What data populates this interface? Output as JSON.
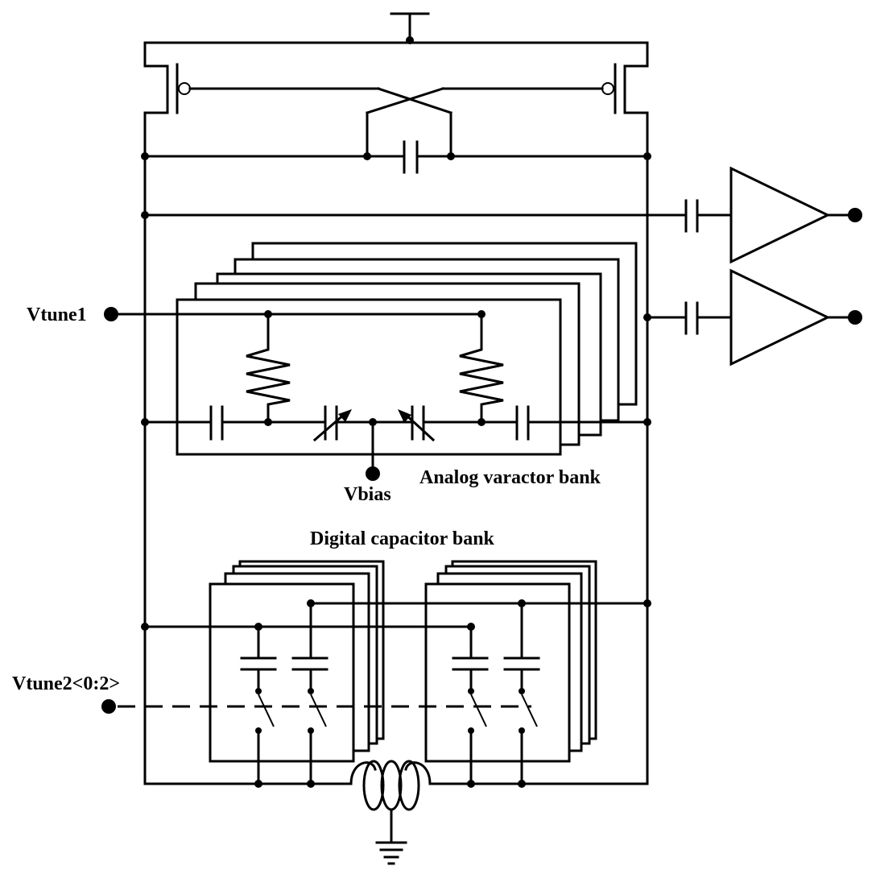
{
  "labels": {
    "vtune1": "Vtune1",
    "vtune2": "Vtune2<0:2>",
    "vbias": "Vbias",
    "analog_bank": "Analog varactor bank",
    "digital_bank": "Digital capacitor bank"
  },
  "colors": {
    "line": "#000000",
    "background": "#ffffff"
  },
  "components": {
    "pmos_pair": 2,
    "output_buffers": 2,
    "analog_bank_stack": 5,
    "digital_bank_stack": 4,
    "digital_groups": 2,
    "switched_capacitors": 4
  },
  "icons": [
    "supply-icon",
    "ground-icon",
    "inductor-icon",
    "varactor-icon",
    "resistor-icon",
    "capacitor-icon",
    "switch-icon",
    "buffer-icon"
  ]
}
